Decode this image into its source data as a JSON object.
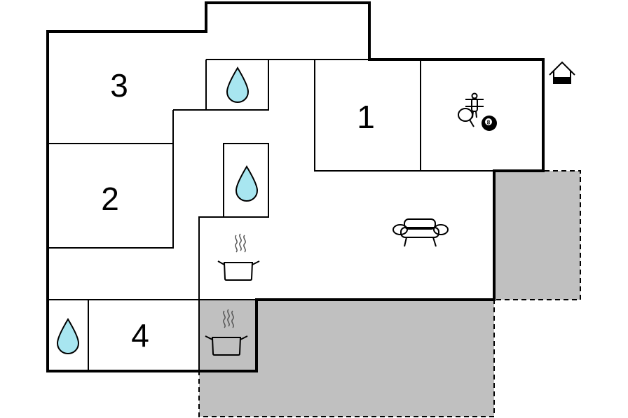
{
  "rooms": {
    "bedroom_1": "1",
    "bedroom_2": "2",
    "bedroom_3": "3",
    "bedroom_4": "4"
  },
  "icons": {
    "bathroom": "water-drop-icon",
    "kitchen": "cooking-pot-icon",
    "living_room": "sofa-icon",
    "activity_room": "games-icon",
    "billiard_ball_label": "8",
    "entrance": "house-entrance-icon"
  },
  "colors": {
    "terrace_fill": "#c0c0c0",
    "water_drop": "#a8e6f0",
    "walls": "#000000"
  }
}
